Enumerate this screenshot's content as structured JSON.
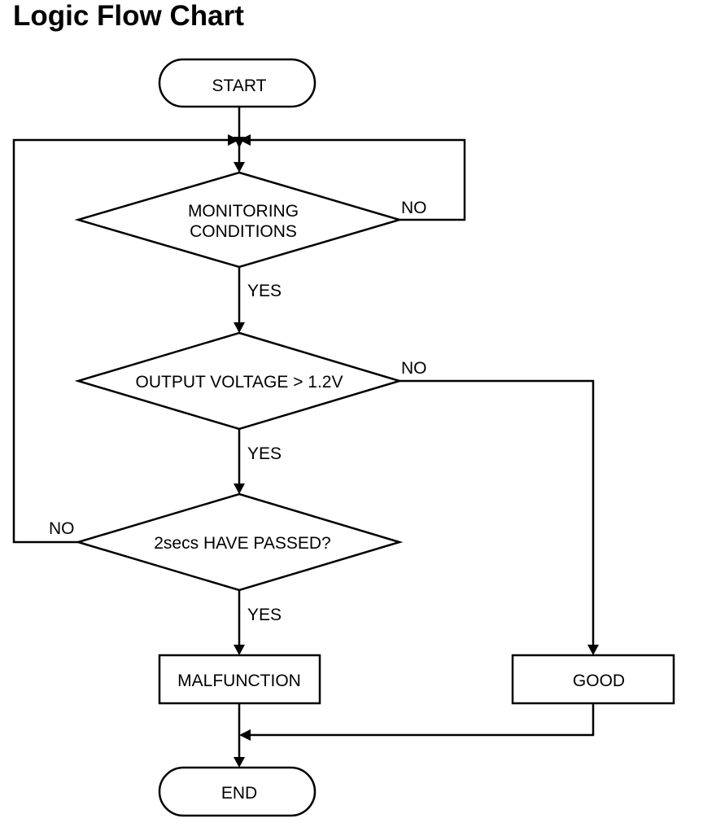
{
  "title": "Logic Flow Chart",
  "nodes": {
    "start": "START",
    "monitoring_line1": "MONITORING",
    "monitoring_line2": "CONDITIONS",
    "output_voltage": "OUTPUT VOLTAGE > 1.2V",
    "two_secs": "2secs HAVE PASSED?",
    "malfunction": "MALFUNCTION",
    "good": "GOOD",
    "end": "END"
  },
  "edge_labels": {
    "monitoring_no": "NO",
    "monitoring_yes": "YES",
    "voltage_no": "NO",
    "voltage_yes": "YES",
    "two_secs_no": "NO",
    "two_secs_yes": "YES"
  },
  "colors": {
    "stroke": "#000000",
    "background": "#ffffff"
  }
}
